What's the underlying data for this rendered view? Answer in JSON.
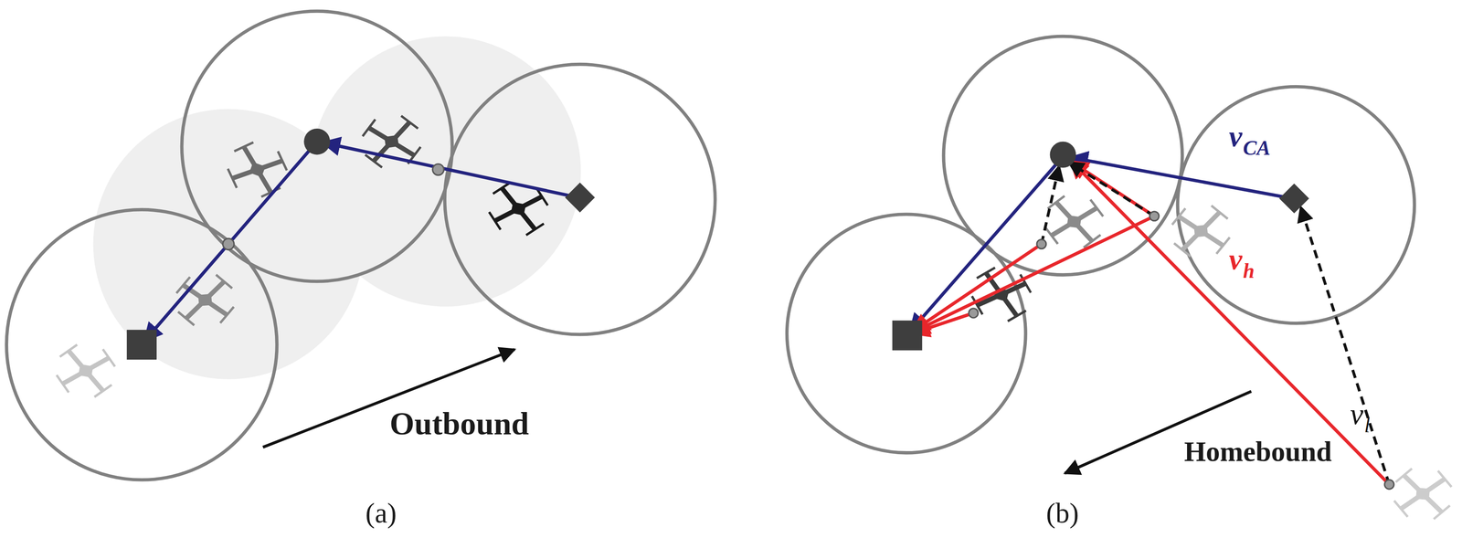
{
  "diagram": {
    "labels": [
      "Outbound",
      "(a)",
      "v",
      "CA",
      "v",
      "h",
      "v",
      "l",
      "Homebound",
      "(b)"
    ]
  }
}
